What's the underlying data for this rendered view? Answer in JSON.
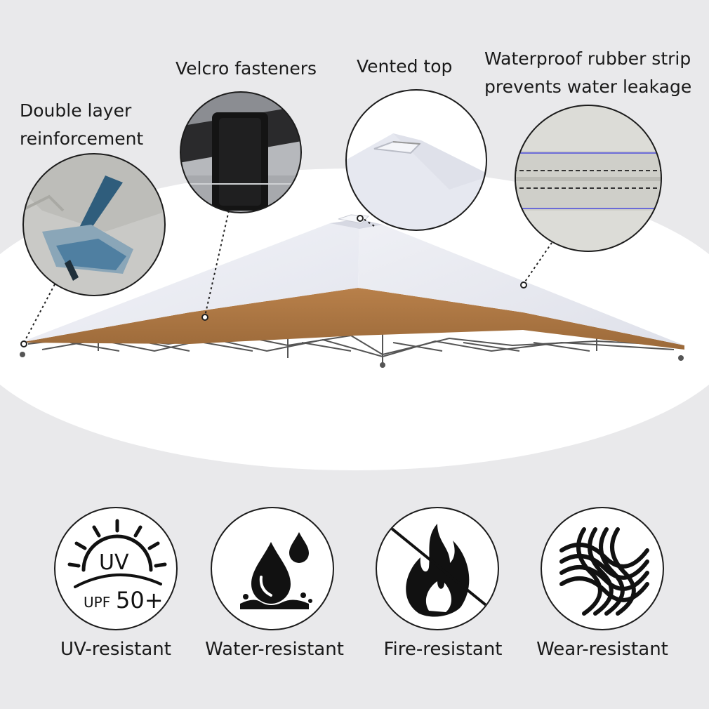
{
  "callouts": {
    "double_layer": {
      "line1": "Double layer",
      "line2": "reinforcement"
    },
    "velcro": {
      "label": "Velcro fasteners"
    },
    "vented": {
      "label": "Vented top"
    },
    "waterproof": {
      "line1": "Waterproof rubber strip",
      "line2": "prevents water leakage"
    }
  },
  "features": [
    {
      "label": "UV-resistant",
      "icon": "uv-sun-icon",
      "badge_main": "UV",
      "badge_sub": "UPF",
      "badge_value": "50+"
    },
    {
      "label": "Water-resistant",
      "icon": "water-drop-icon"
    },
    {
      "label": "Fire-resistant",
      "icon": "flame-crossed-icon"
    },
    {
      "label": "Wear-resistant",
      "icon": "woven-fabric-icon"
    }
  ],
  "colors": {
    "background": "#e9e9eb",
    "canopy_top": "#eceef5",
    "canopy_valance": "#b07a45",
    "outline": "#1c1c1c"
  }
}
